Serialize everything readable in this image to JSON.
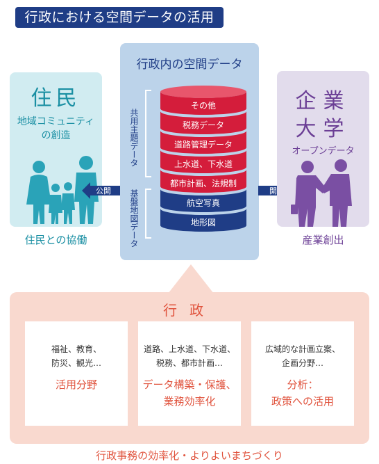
{
  "title": "行政における空間データの活用",
  "resident": {
    "title": "住民",
    "subtitle_line1": "地域コミュニティ",
    "subtitle_line2": "の創造",
    "caption": "住民との協働",
    "arrow_label": "公開"
  },
  "center": {
    "title": "行政内の空間データ",
    "bracket_red_label": "共用主題データ",
    "bracket_blue_label": "基盤地図データ",
    "disks": [
      {
        "label": "その他",
        "color": "#d41d3b"
      },
      {
        "label": "税務データ",
        "color": "#d41d3b"
      },
      {
        "label": "道路管理データ",
        "color": "#d41d3b"
      },
      {
        "label": "上水道、下水道",
        "color": "#d41d3b"
      },
      {
        "label": "都市計画、法規制",
        "color": "#d41d3b"
      },
      {
        "label": "航空写真",
        "color": "#1f3d86"
      },
      {
        "label": "地形図",
        "color": "#1f3d86"
      }
    ]
  },
  "enterprise": {
    "title_line1": "企業",
    "title_line2": "大学",
    "subtitle": "オープンデータ",
    "caption": "産業創出",
    "arrow_label": "開示"
  },
  "government": {
    "title": "行政",
    "boxes": [
      {
        "small1": "福祉、教育、",
        "small2": "防災、観光…",
        "big1": "活用分野",
        "big2": ""
      },
      {
        "small1": "道路、上水道、下水道、",
        "small2": "税務、都市計画…",
        "big1": "データ構築・保護、",
        "big2": "業務効率化"
      },
      {
        "small1": "広域的な計画立案、",
        "small2": "企画分野…",
        "big1": "分析：",
        "big2": "政策への活用"
      }
    ],
    "footer": "行政事務の効率化・よりよいまちづくり"
  },
  "colors": {
    "navy": "#1f3d86",
    "red": "#d41d3b",
    "teal": "#1a8fa3",
    "purple": "#6b3e95",
    "orange": "#e0533d"
  }
}
